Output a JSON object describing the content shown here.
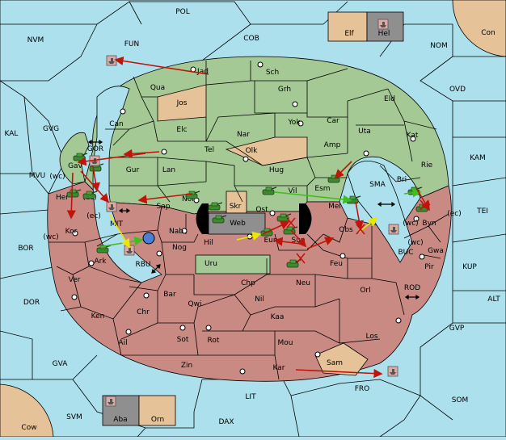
{
  "board": {
    "title": "",
    "provinces": [
      {
        "id": "POL",
        "label": "POL"
      },
      {
        "id": "NVM",
        "label": "NVM"
      },
      {
        "id": "FUN",
        "label": "FUN"
      },
      {
        "id": "COB",
        "label": "COB"
      },
      {
        "id": "NOM",
        "label": "NOM"
      },
      {
        "id": "Con",
        "label": "Con"
      },
      {
        "id": "Elf",
        "label": "Elf"
      },
      {
        "id": "Hel",
        "label": "Hel"
      },
      {
        "id": "Jad",
        "label": "Jad"
      },
      {
        "id": "Sch",
        "label": "Sch"
      },
      {
        "id": "Qua",
        "label": "Qua"
      },
      {
        "id": "Grh",
        "label": "Grh"
      },
      {
        "id": "Jos",
        "label": "Jos"
      },
      {
        "id": "Eld",
        "label": "Eld"
      },
      {
        "id": "OVD",
        "label": "OVD"
      },
      {
        "id": "Can",
        "label": "Can"
      },
      {
        "id": "Yok",
        "label": "Yok"
      },
      {
        "id": "Car",
        "label": "Car"
      },
      {
        "id": "KAL",
        "label": "KAL"
      },
      {
        "id": "GVG",
        "label": "GVG"
      },
      {
        "id": "Elc",
        "label": "Elc"
      },
      {
        "id": "Nar",
        "label": "Nar"
      },
      {
        "id": "Uta",
        "label": "Uta"
      },
      {
        "id": "Kat",
        "label": "Kat"
      },
      {
        "id": "GOR",
        "label": "GOR"
      },
      {
        "id": "Tel",
        "label": "Tel"
      },
      {
        "id": "Olk",
        "label": "Olk"
      },
      {
        "id": "Amp",
        "label": "Amp"
      },
      {
        "id": "KAM",
        "label": "KAM"
      },
      {
        "id": "Gav",
        "label": "Gav"
      },
      {
        "id": "Gur",
        "label": "Gur"
      },
      {
        "id": "Lan",
        "label": "Lan"
      },
      {
        "id": "Hug",
        "label": "Hug"
      },
      {
        "id": "Rie",
        "label": "Rie"
      },
      {
        "id": "Bri",
        "label": "Bri"
      },
      {
        "id": "MVU",
        "label": "MVU"
      },
      {
        "id": "wc1",
        "label": "(wc)"
      },
      {
        "id": "Esm",
        "label": "Esm"
      },
      {
        "id": "SMA",
        "label": "SMA"
      },
      {
        "id": "Her",
        "label": "Her"
      },
      {
        "id": "ec1",
        "label": "(ec)"
      },
      {
        "id": "Nor",
        "label": "Nor"
      },
      {
        "id": "Vil",
        "label": "Vil"
      },
      {
        "id": "Skr",
        "label": "Skr"
      },
      {
        "id": "TEI",
        "label": "TEI"
      },
      {
        "id": "Sap",
        "label": "Sap"
      },
      {
        "id": "Ost",
        "label": "Ost"
      },
      {
        "id": "Mel",
        "label": "Mel"
      },
      {
        "id": "ec2",
        "label": "(ec)"
      },
      {
        "id": "MIT",
        "label": "MIT"
      },
      {
        "id": "Web",
        "label": "Web"
      },
      {
        "id": "Byn",
        "label": "Byn"
      },
      {
        "id": "ec3",
        "label": "(ec)"
      },
      {
        "id": "wc2",
        "label": "(wc)"
      },
      {
        "id": "Kor",
        "label": "Kor"
      },
      {
        "id": "Nab",
        "label": "Nab"
      },
      {
        "id": "Eun",
        "label": "Eun"
      },
      {
        "id": "Obs",
        "label": "Obs"
      },
      {
        "id": "wc3",
        "label": "(wc)"
      },
      {
        "id": "wc4",
        "label": "(wc)"
      },
      {
        "id": "BOR",
        "label": "BOR"
      },
      {
        "id": "Hil",
        "label": "Hil"
      },
      {
        "id": "Sun",
        "label": "Sun"
      },
      {
        "id": "BUC",
        "label": "BUC"
      },
      {
        "id": "Gwa",
        "label": "Gwa"
      },
      {
        "id": "KUP",
        "label": "KUP"
      },
      {
        "id": "Ark",
        "label": "Ark"
      },
      {
        "id": "RBU",
        "label": "RBU"
      },
      {
        "id": "Nog",
        "label": "Nog"
      },
      {
        "id": "Feu",
        "label": "Feu"
      },
      {
        "id": "Pir",
        "label": "Pir"
      },
      {
        "id": "Uru",
        "label": "Uru"
      },
      {
        "id": "Ver",
        "label": "Ver"
      },
      {
        "id": "Chp",
        "label": "Chp"
      },
      {
        "id": "Neu",
        "label": "Neu"
      },
      {
        "id": "Orl",
        "label": "Orl"
      },
      {
        "id": "DOR",
        "label": "DOR"
      },
      {
        "id": "Bar",
        "label": "Bar"
      },
      {
        "id": "Qwi",
        "label": "Qwi"
      },
      {
        "id": "Nil",
        "label": "Nil"
      },
      {
        "id": "ROD",
        "label": "ROD"
      },
      {
        "id": "ALT",
        "label": "ALT"
      },
      {
        "id": "Ken",
        "label": "Ken"
      },
      {
        "id": "Chr",
        "label": "Chr"
      },
      {
        "id": "Kaa",
        "label": "Kaa"
      },
      {
        "id": "GVP",
        "label": "GVP"
      },
      {
        "id": "Ail",
        "label": "Ail"
      },
      {
        "id": "Sot",
        "label": "Sot"
      },
      {
        "id": "Rot",
        "label": "Rot"
      },
      {
        "id": "Mou",
        "label": "Mou"
      },
      {
        "id": "Los",
        "label": "Los"
      },
      {
        "id": "GVA",
        "label": "GVA"
      },
      {
        "id": "Zin",
        "label": "Zin"
      },
      {
        "id": "Sam",
        "label": "Sam"
      },
      {
        "id": "Kar",
        "label": "Kar"
      },
      {
        "id": "FRO",
        "label": "FRO"
      },
      {
        "id": "LIT",
        "label": "LIT"
      },
      {
        "id": "SOM",
        "label": "SOM"
      },
      {
        "id": "SVM",
        "label": "SVM"
      },
      {
        "id": "Aba",
        "label": "Aba"
      },
      {
        "id": "Orn",
        "label": "Orn"
      },
      {
        "id": "Cow",
        "label": "Cow"
      },
      {
        "id": "DAX",
        "label": "DAX"
      }
    ]
  },
  "colors": {
    "sea": "#ade0ed",
    "green_power": "#a4c995",
    "red_power": "#c98a84",
    "neutral": "#e6c298",
    "gray": "#8f8f8f",
    "order_red": "#c0140a",
    "order_yellow": "#f0f000",
    "order_green": "#3fbf1f"
  },
  "units": {
    "army_icon": "tank-icon",
    "fleet_icon": "ship-icon"
  }
}
